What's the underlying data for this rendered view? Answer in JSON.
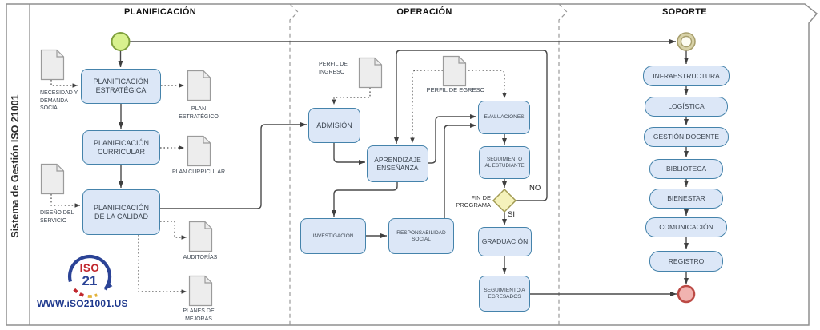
{
  "diagram_title": "Sistema de Gestión ISO 21001",
  "lanes": {
    "planning": "PLANIFICACIÓN",
    "operation": "OPERACIÓN",
    "support": "SOPORTE"
  },
  "planning": {
    "tasks": {
      "estrategica": "PLANIFICACIÓN ESTRATÉGICA",
      "curricular": "PLANIFICACIÓN CURRICULAR",
      "calidad": "PLANIFICACIÓN DE LA CALIDAD"
    },
    "docs": {
      "necesidad": "NECESIDAD Y DEMANDA SOCIAL",
      "plan_estrategico": "PLAN ESTRATÉGICO",
      "plan_curricular": "PLAN CURRICULAR",
      "diseno": "DISEÑO DEL SERVICIO",
      "auditorias": "AUDITORÍAS",
      "planes_mejoras": "PLANES DE MEJORAS"
    },
    "logo": {
      "iso": "ISO",
      "num": "21",
      "url": "WWW.iSO21001.US"
    }
  },
  "operation": {
    "tasks": {
      "admision": "ADMISIÓN",
      "aprendizaje": "APRENDIZAJE ENSEÑANZA",
      "evaluaciones": "EVALUACIONES",
      "seguimiento_estudiante": "SEGUIMIENTO AL ESTUDIANTE",
      "graduacion": "GRADUACIÓN",
      "seguimiento_egresados": "SEGUIMIENTO A EGRESADOS",
      "investigacion": "INVESTIGACIÓN",
      "responsabilidad": "RESPONSABILIDAD SOCIAL"
    },
    "docs": {
      "perfil_ingreso": "PERFIL DE INGRESO",
      "perfil_egreso": "PERFIL DE EGRESO"
    },
    "gateway": {
      "label": "FIN DE PROGRAMA",
      "yes": "SI",
      "no": "NO"
    }
  },
  "support": {
    "tasks": {
      "infraestructura": "INFRAESTRUCTURA",
      "logistica": "LOGÍSTICA",
      "gestion_docente": "GESTIÓN DOCENTE",
      "biblioteca": "BIBLIOTECA",
      "bienestar": "BIENESTAR",
      "comunicacion": "COMUNICACIÓN",
      "registro": "REGISTRO"
    }
  },
  "colors": {
    "task_fill": "#dce7f7",
    "task_border": "#4583ab",
    "start_event_fill": "#d8f18e",
    "start_event_border": "#7fa03d",
    "intermediate_ring": "#d8d2a8",
    "end_event_fill": "#f1b3b0",
    "end_event_border": "#bc4a45",
    "gateway_fill": "#f5f2bb",
    "gateway_border": "#a29b52",
    "logo_blue": "#2b4396",
    "logo_red": "#c1272d",
    "logo_yellow": "#e2b33c",
    "url_blue": "#203a8e"
  }
}
